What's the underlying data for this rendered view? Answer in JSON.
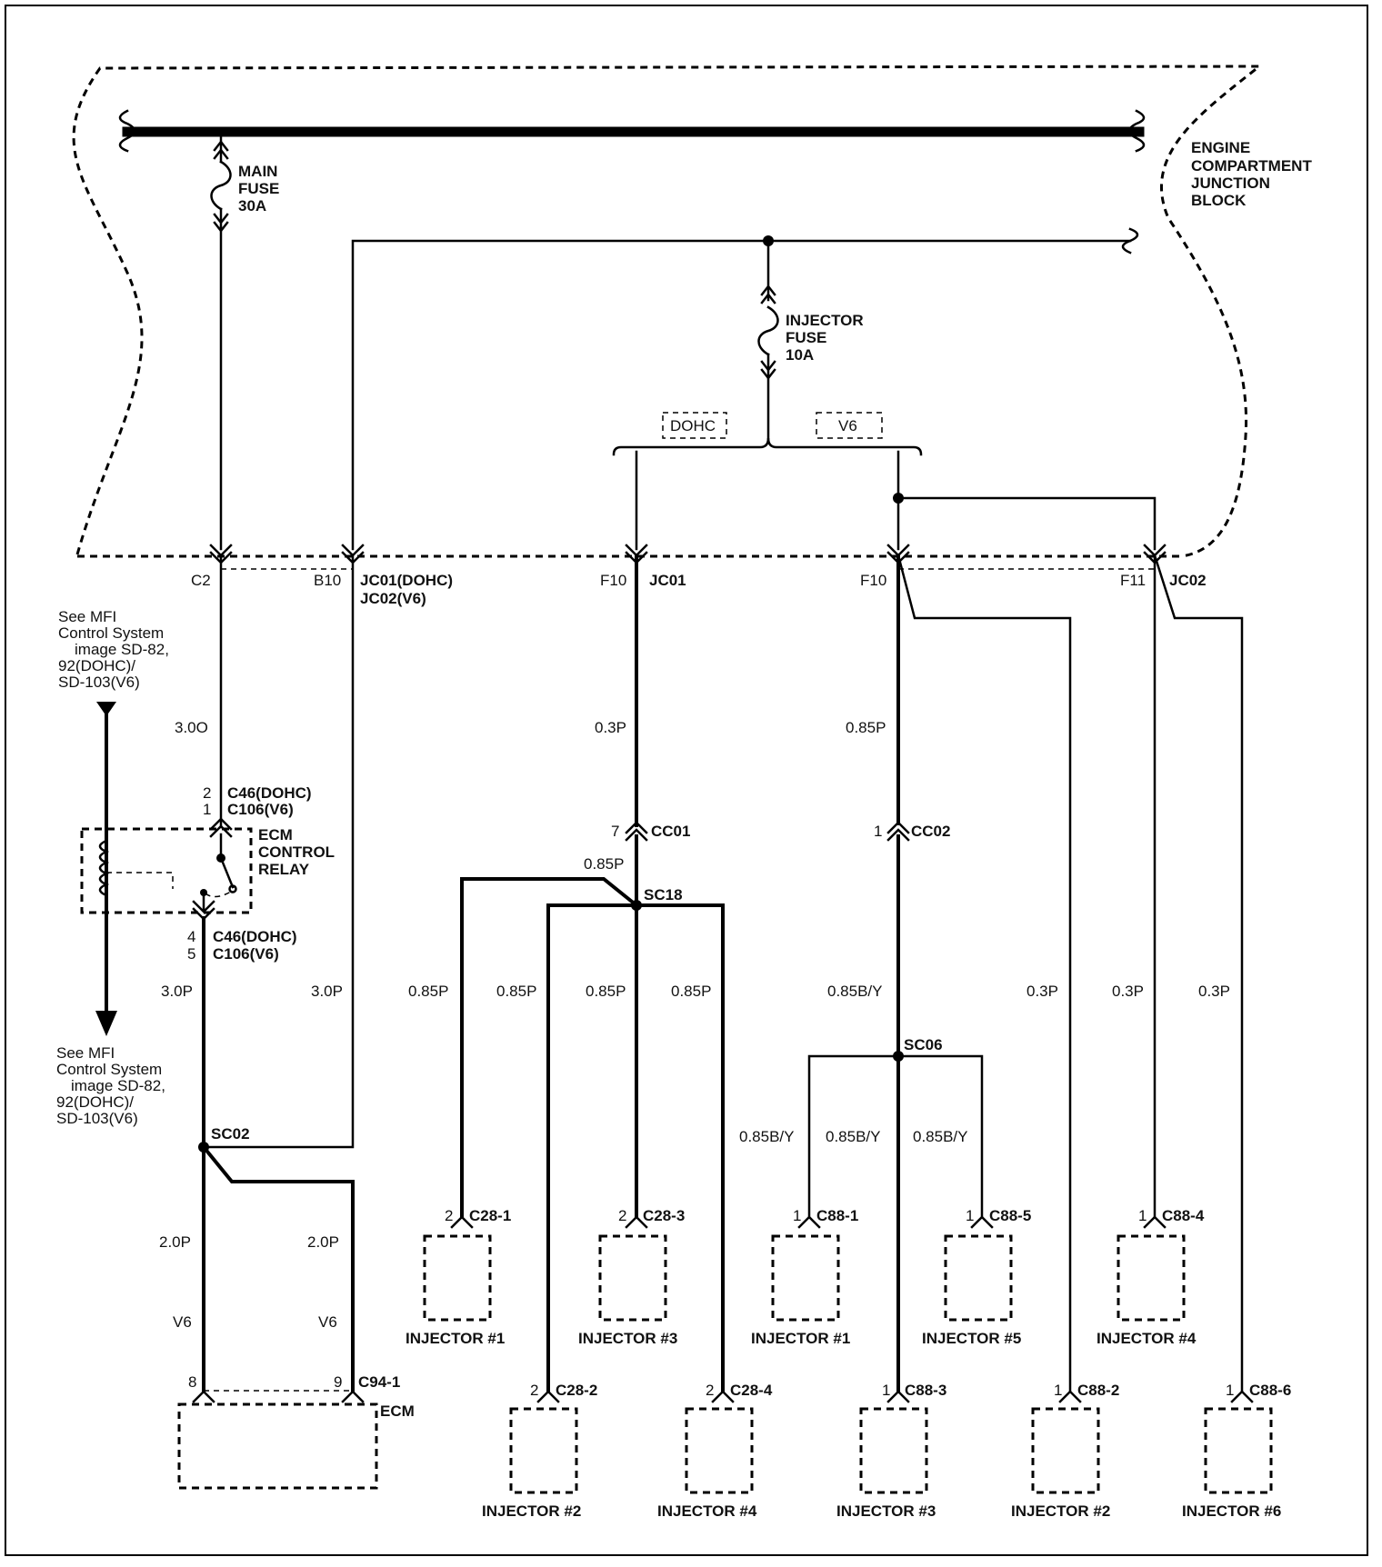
{
  "junction_block": {
    "label_lines": [
      "ENGINE",
      "COMPARTMENT",
      "JUNCTION",
      "BLOCK"
    ]
  },
  "main_fuse": {
    "lines": [
      "MAIN",
      "FUSE",
      "30A"
    ]
  },
  "injector_fuse": {
    "lines": [
      "INJECTOR",
      "FUSE",
      "10A"
    ]
  },
  "branch_tags": {
    "left": "DOHC",
    "right": "V6"
  },
  "junction_terminals": {
    "c2": "C2",
    "b10": "B10",
    "jc01_dohc": "JC01(DOHC)",
    "jc02_v6": "JC02(V6)",
    "f10_left": "F10",
    "jc01": "JC01",
    "f10_right": "F10",
    "f11": "F11",
    "jc02": "JC02"
  },
  "reference_notes": {
    "upper": [
      "See MFI",
      "Control System",
      "image SD-82,",
      "92(DOHC)/",
      "SD-103(V6)"
    ],
    "lower": [
      "See MFI",
      "Control System",
      "image SD-82,",
      "92(DOHC)/",
      "SD-103(V6)"
    ]
  },
  "relay": {
    "label_lines": [
      "ECM",
      "CONTROL",
      "RELAY"
    ],
    "top_pins": [
      "2",
      "1"
    ],
    "top_connectors": [
      "C46(DOHC)",
      "C106(V6)"
    ],
    "bottom_pins": [
      "4",
      "5"
    ],
    "bottom_connectors": [
      "C46(DOHC)",
      "C106(V6)"
    ]
  },
  "wire_labels": {
    "relay_in": "3.0O",
    "relay_out": "3.0P",
    "b10_wire": "3.0P",
    "ecm_left": "2.0P",
    "ecm_right": "2.0P",
    "ecm_left_variant": "V6",
    "ecm_right_variant": "V6",
    "dohc_feed": "0.3P",
    "dohc_splice_feed": "0.85P",
    "dohc_inj1": "0.85P",
    "dohc_inj2": "0.85P",
    "dohc_inj3": "0.85P",
    "dohc_inj4": "0.85P",
    "v6_feed": "0.85P",
    "v6_splice_feed": "0.85B/Y",
    "v6_inj1": "0.85B/Y",
    "v6_inj3": "0.85B/Y",
    "v6_inj5": "0.85B/Y",
    "v6_inj2": "0.3P",
    "v6_inj4": "0.3P",
    "v6_inj6": "0.3P"
  },
  "splices": {
    "sc02": "SC02",
    "sc18": "SC18",
    "sc06": "SC06"
  },
  "inline_connectors": {
    "cc01_pin": "7",
    "cc01": "CC01",
    "cc02_pin": "1",
    "cc02": "CC02"
  },
  "ecm": {
    "label": "ECM",
    "pin_left": "8",
    "pin_right": "9",
    "connector": "C94-1"
  },
  "injectors": [
    {
      "pin": "2",
      "connector": "C28-1",
      "label": "INJECTOR #1"
    },
    {
      "pin": "2",
      "connector": "C28-2",
      "label": "INJECTOR #2"
    },
    {
      "pin": "2",
      "connector": "C28-3",
      "label": "INJECTOR #3"
    },
    {
      "pin": "2",
      "connector": "C28-4",
      "label": "INJECTOR #4"
    },
    {
      "pin": "1",
      "connector": "C88-1",
      "label": "INJECTOR #1"
    },
    {
      "pin": "1",
      "connector": "C88-3",
      "label": "INJECTOR #3"
    },
    {
      "pin": "1",
      "connector": "C88-5",
      "label": "INJECTOR #5"
    },
    {
      "pin": "1",
      "connector": "C88-2",
      "label": "INJECTOR #2"
    },
    {
      "pin": "1",
      "connector": "C88-4",
      "label": "INJECTOR #4"
    },
    {
      "pin": "1",
      "connector": "C88-6",
      "label": "INJECTOR #6"
    }
  ]
}
